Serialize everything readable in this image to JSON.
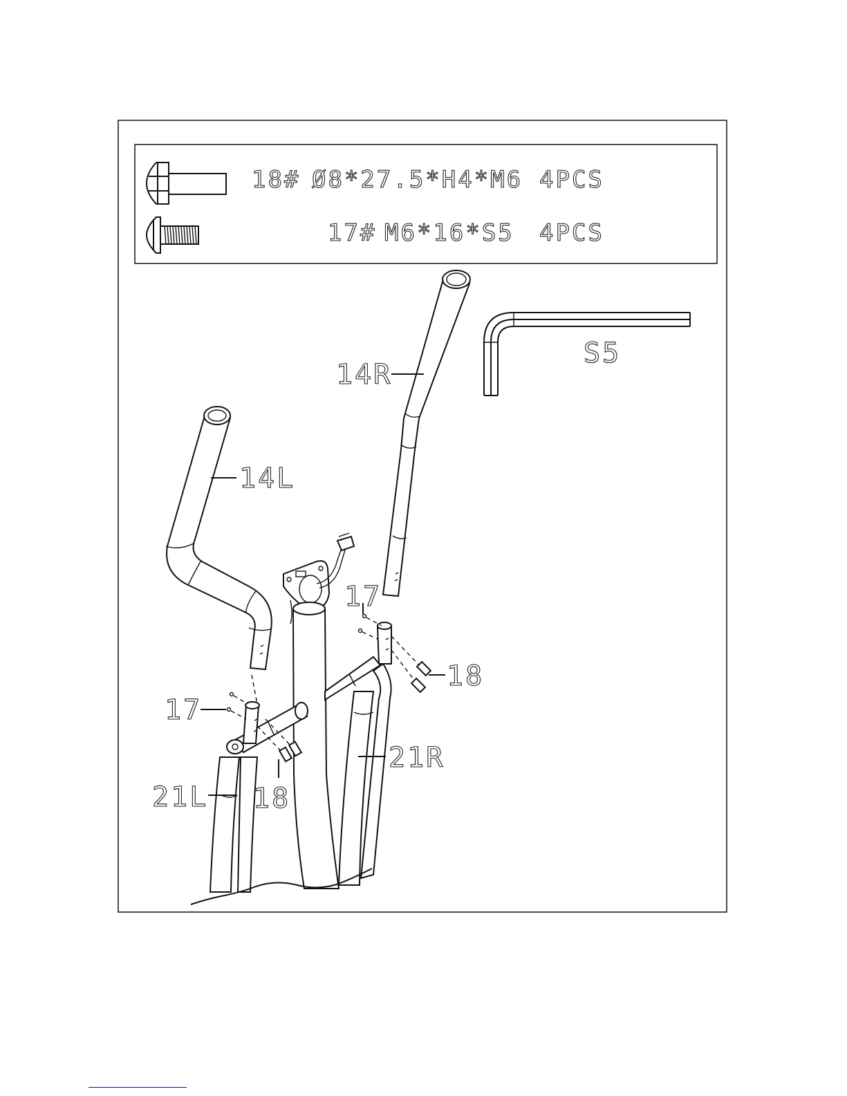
{
  "hardware": {
    "bolt": {
      "part": "18#",
      "spec": "Ø8*27.5*H4*M6",
      "qty": "4PCS",
      "icon": "carriage-bolt-icon"
    },
    "screw": {
      "part": "17#",
      "spec": "M6*16*S5",
      "qty": "4PCS",
      "icon": "button-head-screw-icon"
    }
  },
  "tool": {
    "label": "S5",
    "icon": "allen-key-icon"
  },
  "callouts": {
    "right_handlebar": "14R",
    "left_handlebar": "14L",
    "right_arm": "21R",
    "left_arm": "21L",
    "screw_right": "17",
    "screw_left": "17",
    "bolt_right": "18",
    "bolt_left": "18"
  }
}
